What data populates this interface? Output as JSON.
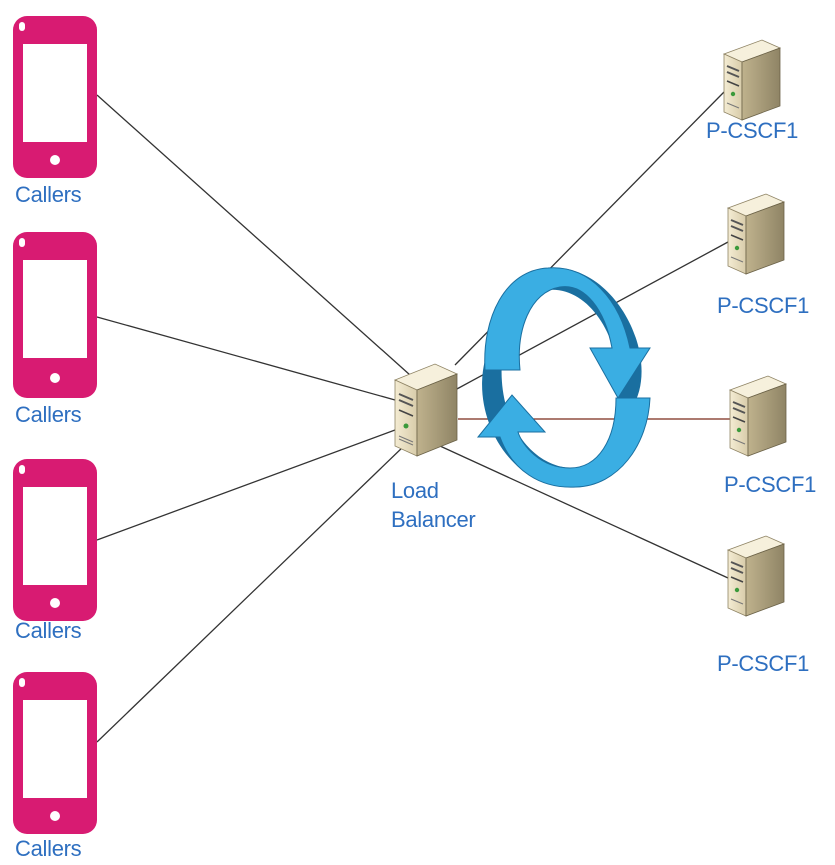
{
  "diagram": {
    "callers": [
      {
        "label": "Callers"
      },
      {
        "label": "Callers"
      },
      {
        "label": "Callers"
      },
      {
        "label": "Callers"
      }
    ],
    "load_balancer": {
      "label_line1": "Load",
      "label_line2": "Balancer"
    },
    "servers": [
      {
        "label": "P-CSCF1"
      },
      {
        "label": "P-CSCF1"
      },
      {
        "label": "P-CSCF1"
      },
      {
        "label": "P-CSCF1"
      }
    ],
    "colors": {
      "phone": "#d81b72",
      "phone_screen": "#ffffff",
      "label_text": "#2e6fc0",
      "rotation_arrow_light": "#3aaee3",
      "rotation_arrow_dark": "#1a6fa0",
      "connector_line": "#333333",
      "connector_line_highlight": "#7a2a1a",
      "server_body": "#e9dfc1"
    },
    "icons": {
      "caller": "smartphone-icon",
      "load_balancer": "server-tower-icon",
      "server": "server-tower-icon",
      "rotation": "rotation-arrows-icon"
    }
  }
}
